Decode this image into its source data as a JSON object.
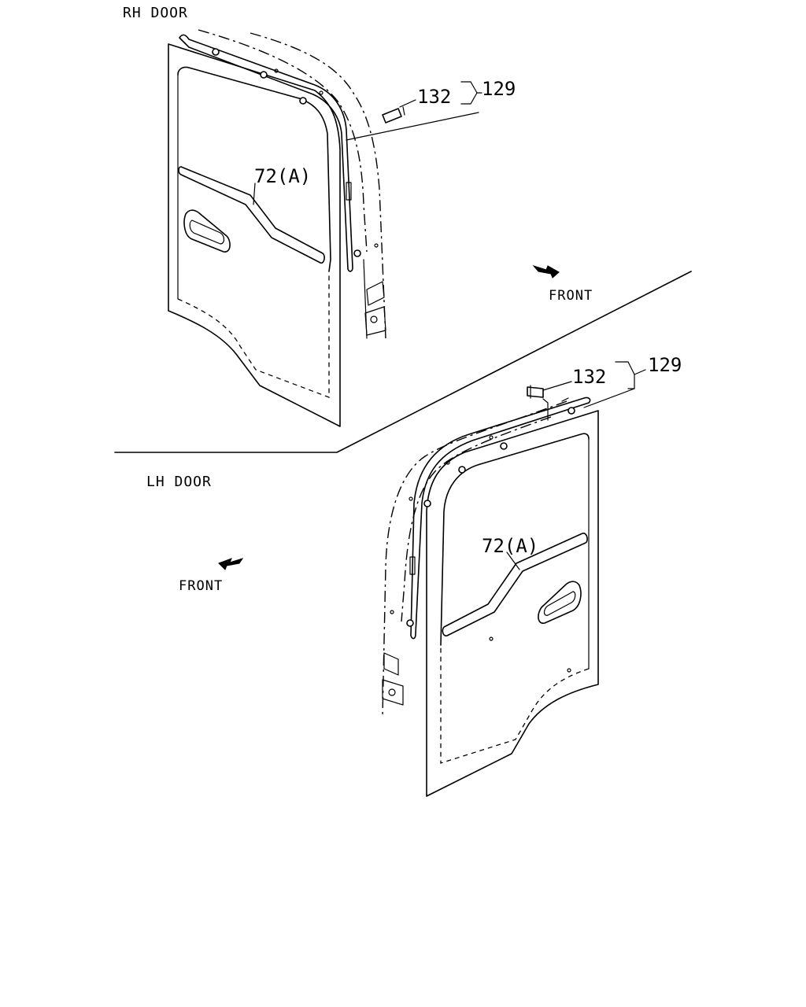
{
  "sections": {
    "rh": {
      "title": "RH DOOR",
      "front": "FRONT"
    },
    "lh": {
      "title": "LH DOOR",
      "front": "FRONT"
    }
  },
  "callouts": {
    "rh": {
      "clip": "132",
      "assembly": "129",
      "weatherstrip": "72(A)"
    },
    "lh": {
      "clip": "132",
      "assembly": "129",
      "weatherstrip": "72(A)"
    }
  }
}
